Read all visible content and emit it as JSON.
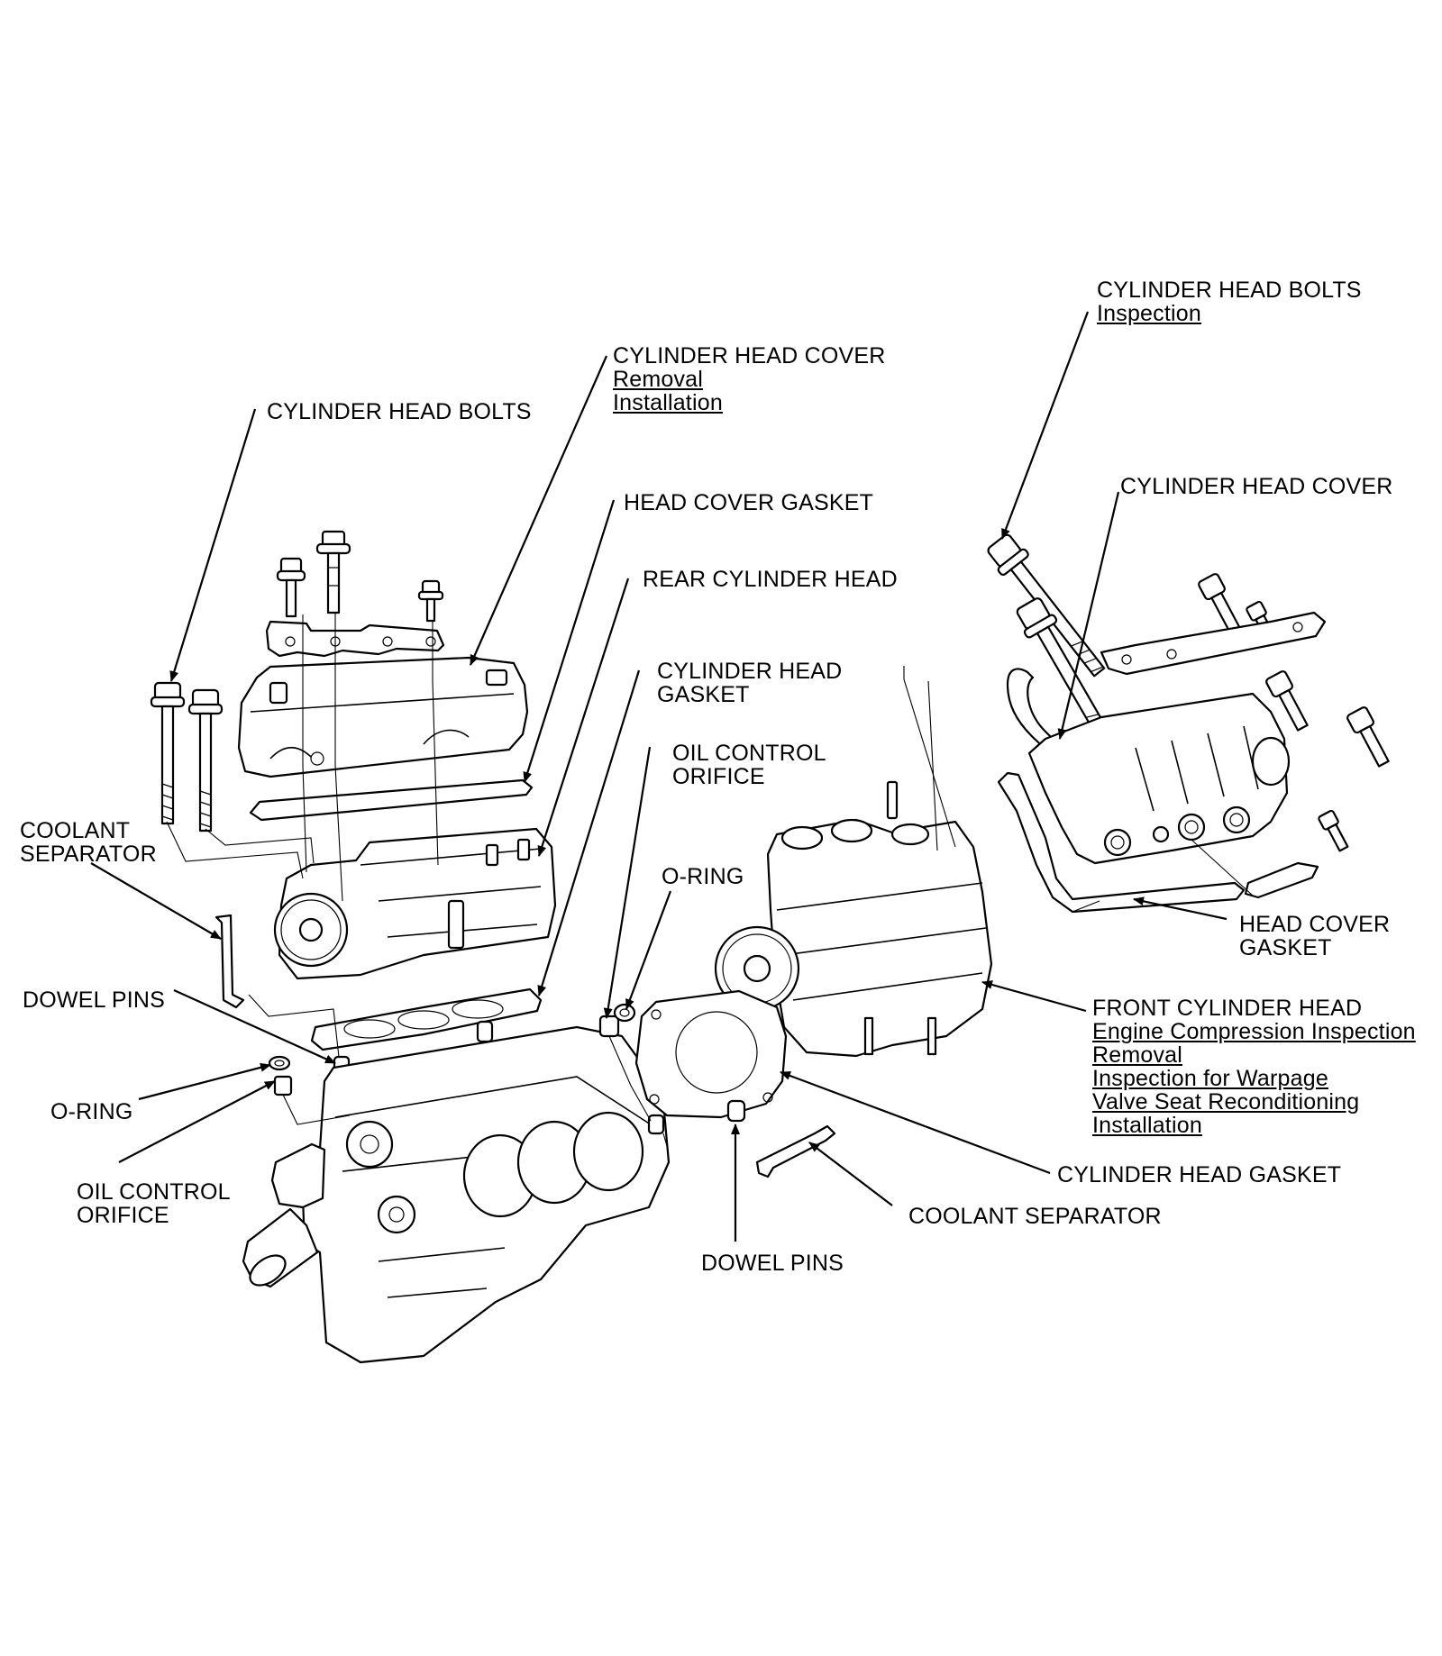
{
  "labels": {
    "left_head_bolts": {
      "lines": [
        "CYLINDER HEAD BOLTS"
      ],
      "links": []
    },
    "left_head_cover": {
      "lines": [
        "CYLINDER HEAD COVER"
      ],
      "links": [
        "Removal",
        "Installation"
      ]
    },
    "left_cover_gasket": {
      "lines": [
        "HEAD COVER GASKET"
      ],
      "links": []
    },
    "rear_cylinder_head": {
      "lines": [
        "REAR CYLINDER HEAD"
      ],
      "links": []
    },
    "left_head_gasket": {
      "lines": [
        "CYLINDER HEAD",
        "GASKET"
      ],
      "links": []
    },
    "upper_oil_orifice": {
      "lines": [
        "OIL CONTROL",
        "ORIFICE"
      ],
      "links": []
    },
    "upper_o_ring": {
      "lines": [
        "O-RING"
      ],
      "links": []
    },
    "left_coolant_separator": {
      "lines": [
        "COOLANT",
        "SEPARATOR"
      ],
      "links": []
    },
    "left_dowel_pins": {
      "lines": [
        "DOWEL PINS"
      ],
      "links": []
    },
    "left_o_ring": {
      "lines": [
        "O-RING"
      ],
      "links": []
    },
    "left_oil_orifice": {
      "lines": [
        "OIL CONTROL",
        "ORIFICE"
      ],
      "links": []
    },
    "right_head_bolts": {
      "lines": [
        "CYLINDER HEAD BOLTS"
      ],
      "links": [
        "Inspection"
      ]
    },
    "right_head_cover": {
      "lines": [
        "CYLINDER HEAD COVER"
      ],
      "links": []
    },
    "right_cover_gasket": {
      "lines": [
        "HEAD COVER",
        "GASKET"
      ],
      "links": []
    },
    "front_cylinder_head": {
      "lines": [
        "FRONT CYLINDER HEAD"
      ],
      "links": [
        "Engine Compression Inspection",
        "Removal",
        "Inspection for Warpage",
        "Valve Seat Reconditioning",
        "Installation"
      ]
    },
    "right_head_gasket": {
      "lines": [
        "CYLINDER HEAD GASKET"
      ],
      "links": []
    },
    "right_coolant_separator": {
      "lines": [
        "COOLANT SEPARATOR"
      ],
      "links": []
    },
    "right_dowel_pins": {
      "lines": [
        "DOWEL PINS"
      ],
      "links": []
    }
  }
}
